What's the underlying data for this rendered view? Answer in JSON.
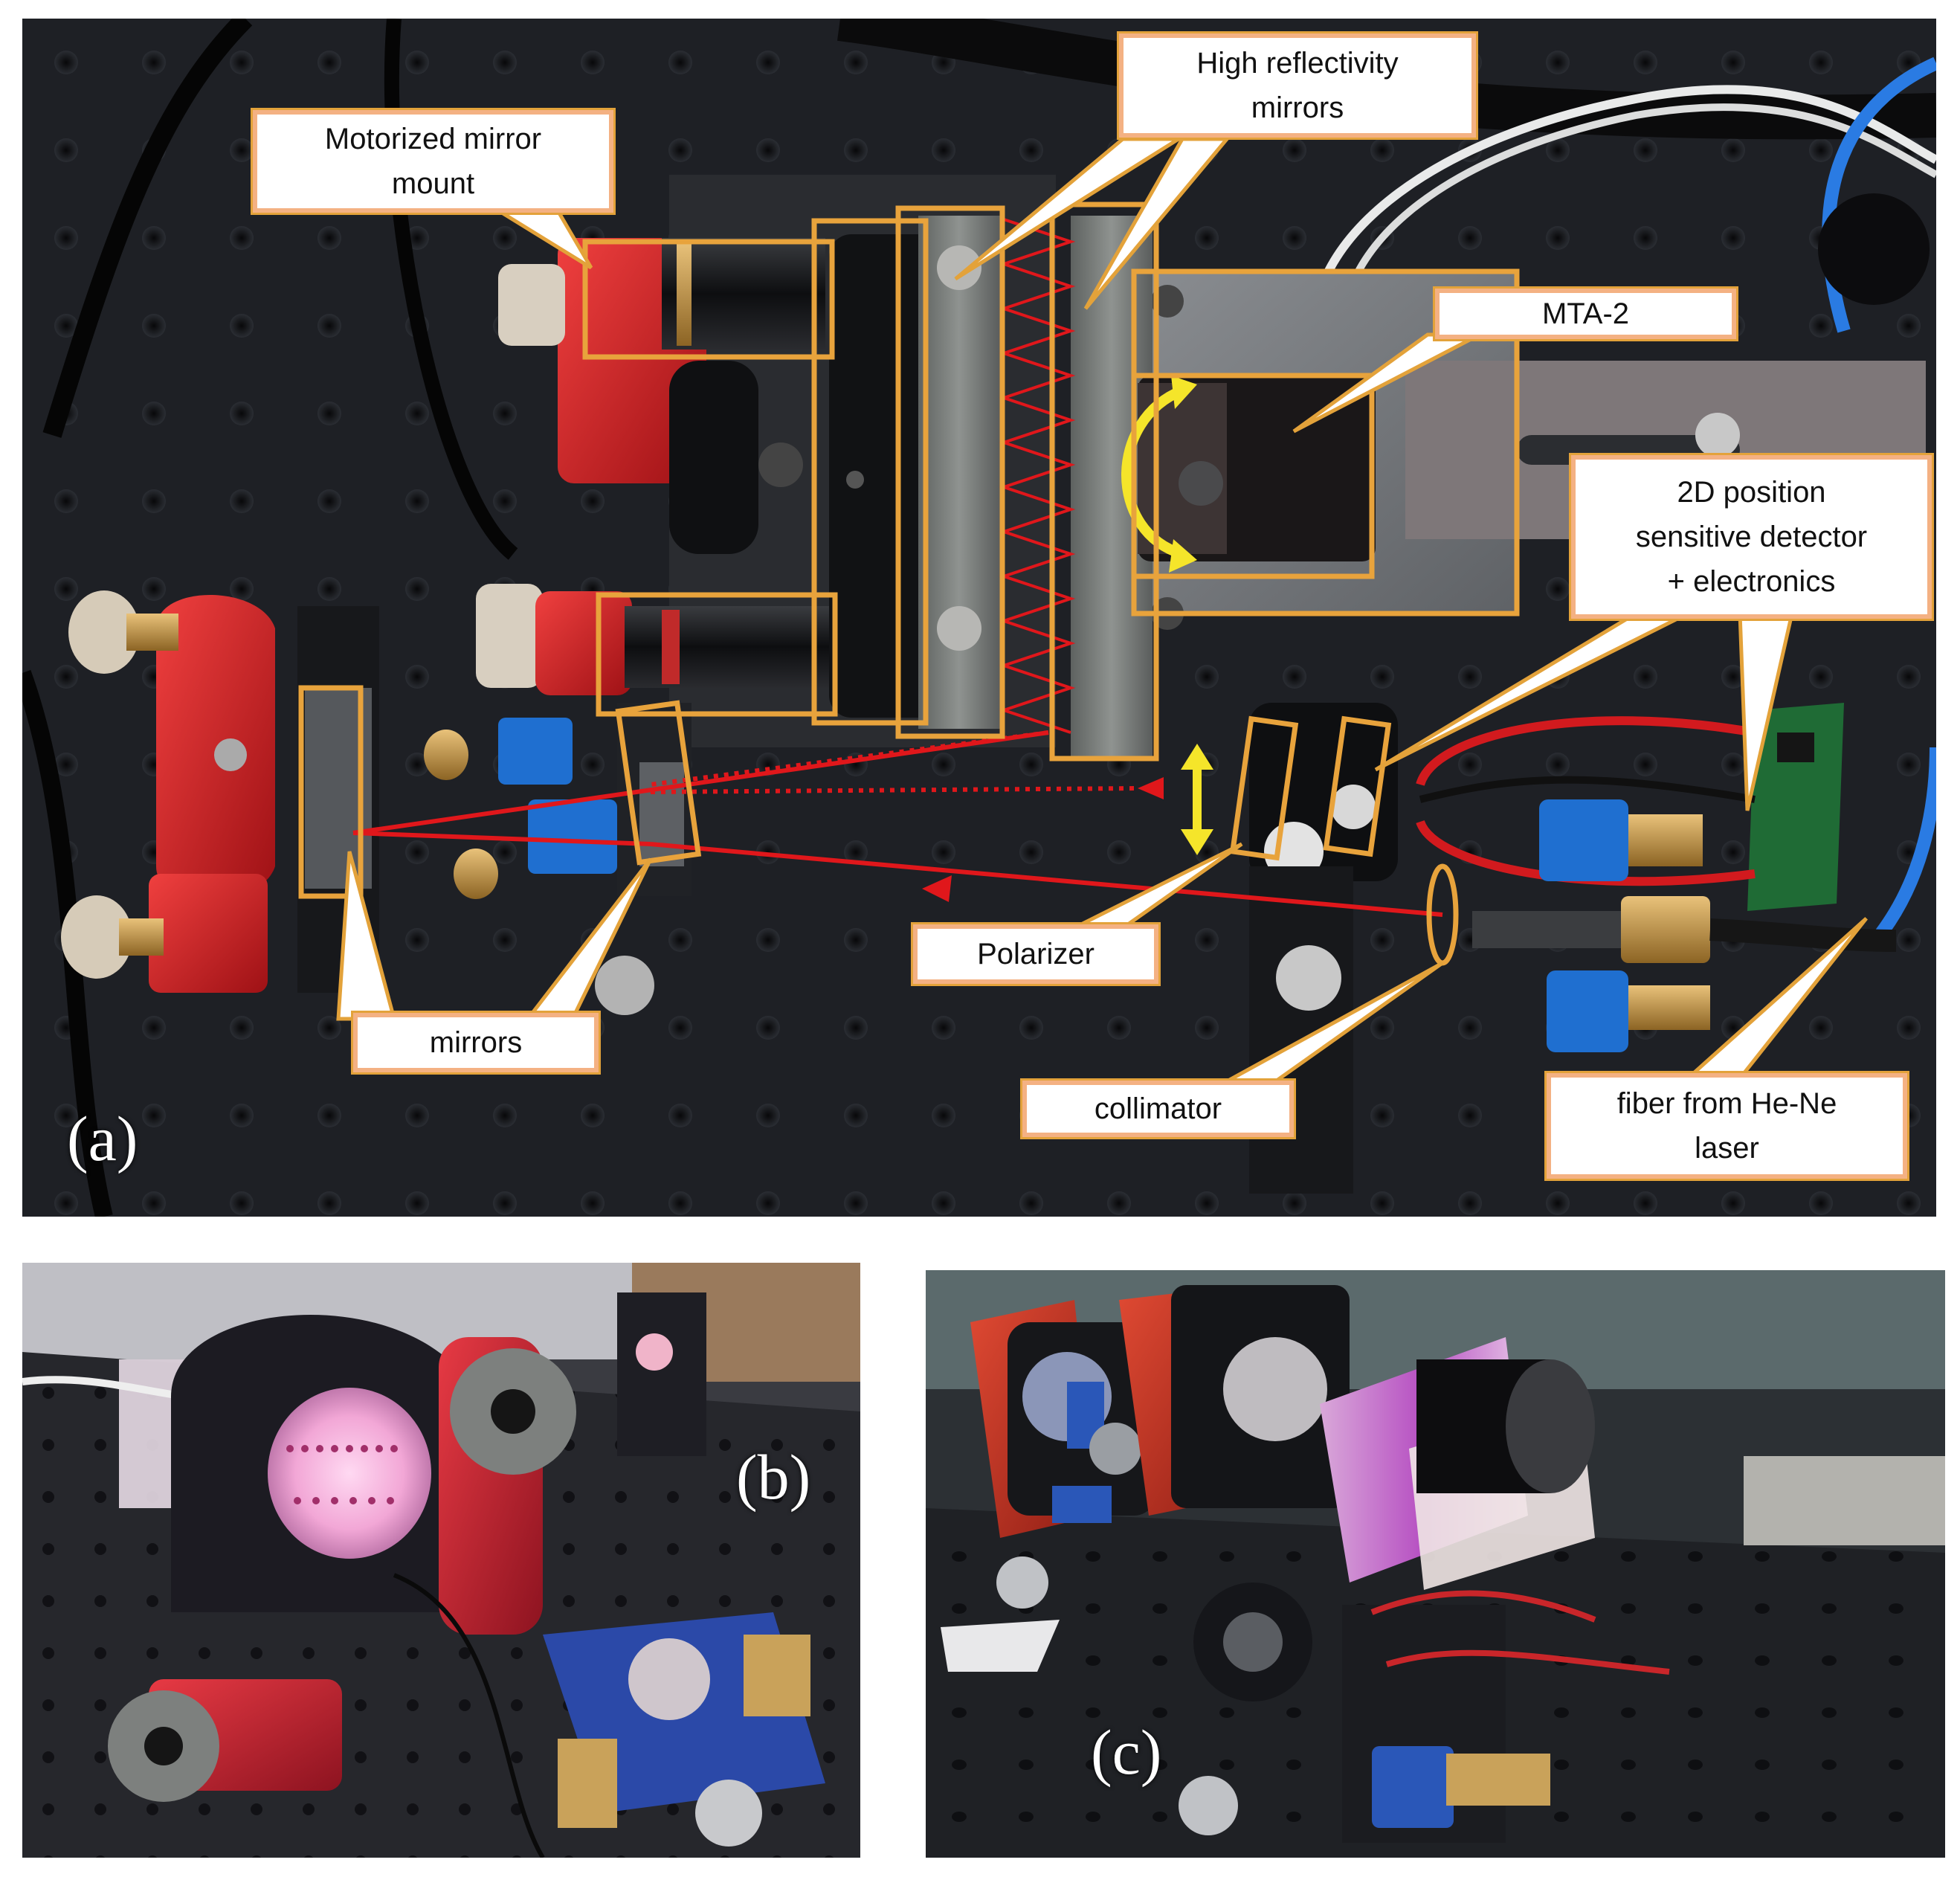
{
  "panels": {
    "a": {
      "letter": "(a)"
    },
    "b": {
      "letter": "(b)"
    },
    "c": {
      "letter": "(c)"
    }
  },
  "callouts": {
    "motorized_mirror_mount": "Motorized mirror\nmount",
    "high_reflectivity_mirrors": "High reflectivity\nmirrors",
    "mta2": "MTA-2",
    "position_detector": "2D position\nsensitive detector\n+ electronics",
    "polarizer": "Polarizer",
    "mirrors": "mirrors",
    "collimator": "collimator",
    "fiber": "fiber from He-Ne\nlaser"
  },
  "colors": {
    "callout_border": "#f4b183",
    "highlight_box": "#e8a33c",
    "laser_beam": "#e0171b",
    "rotation_arrow": "#f5e52a",
    "mount_red": "#c7181d",
    "knob_blue": "#1f6fd0"
  }
}
